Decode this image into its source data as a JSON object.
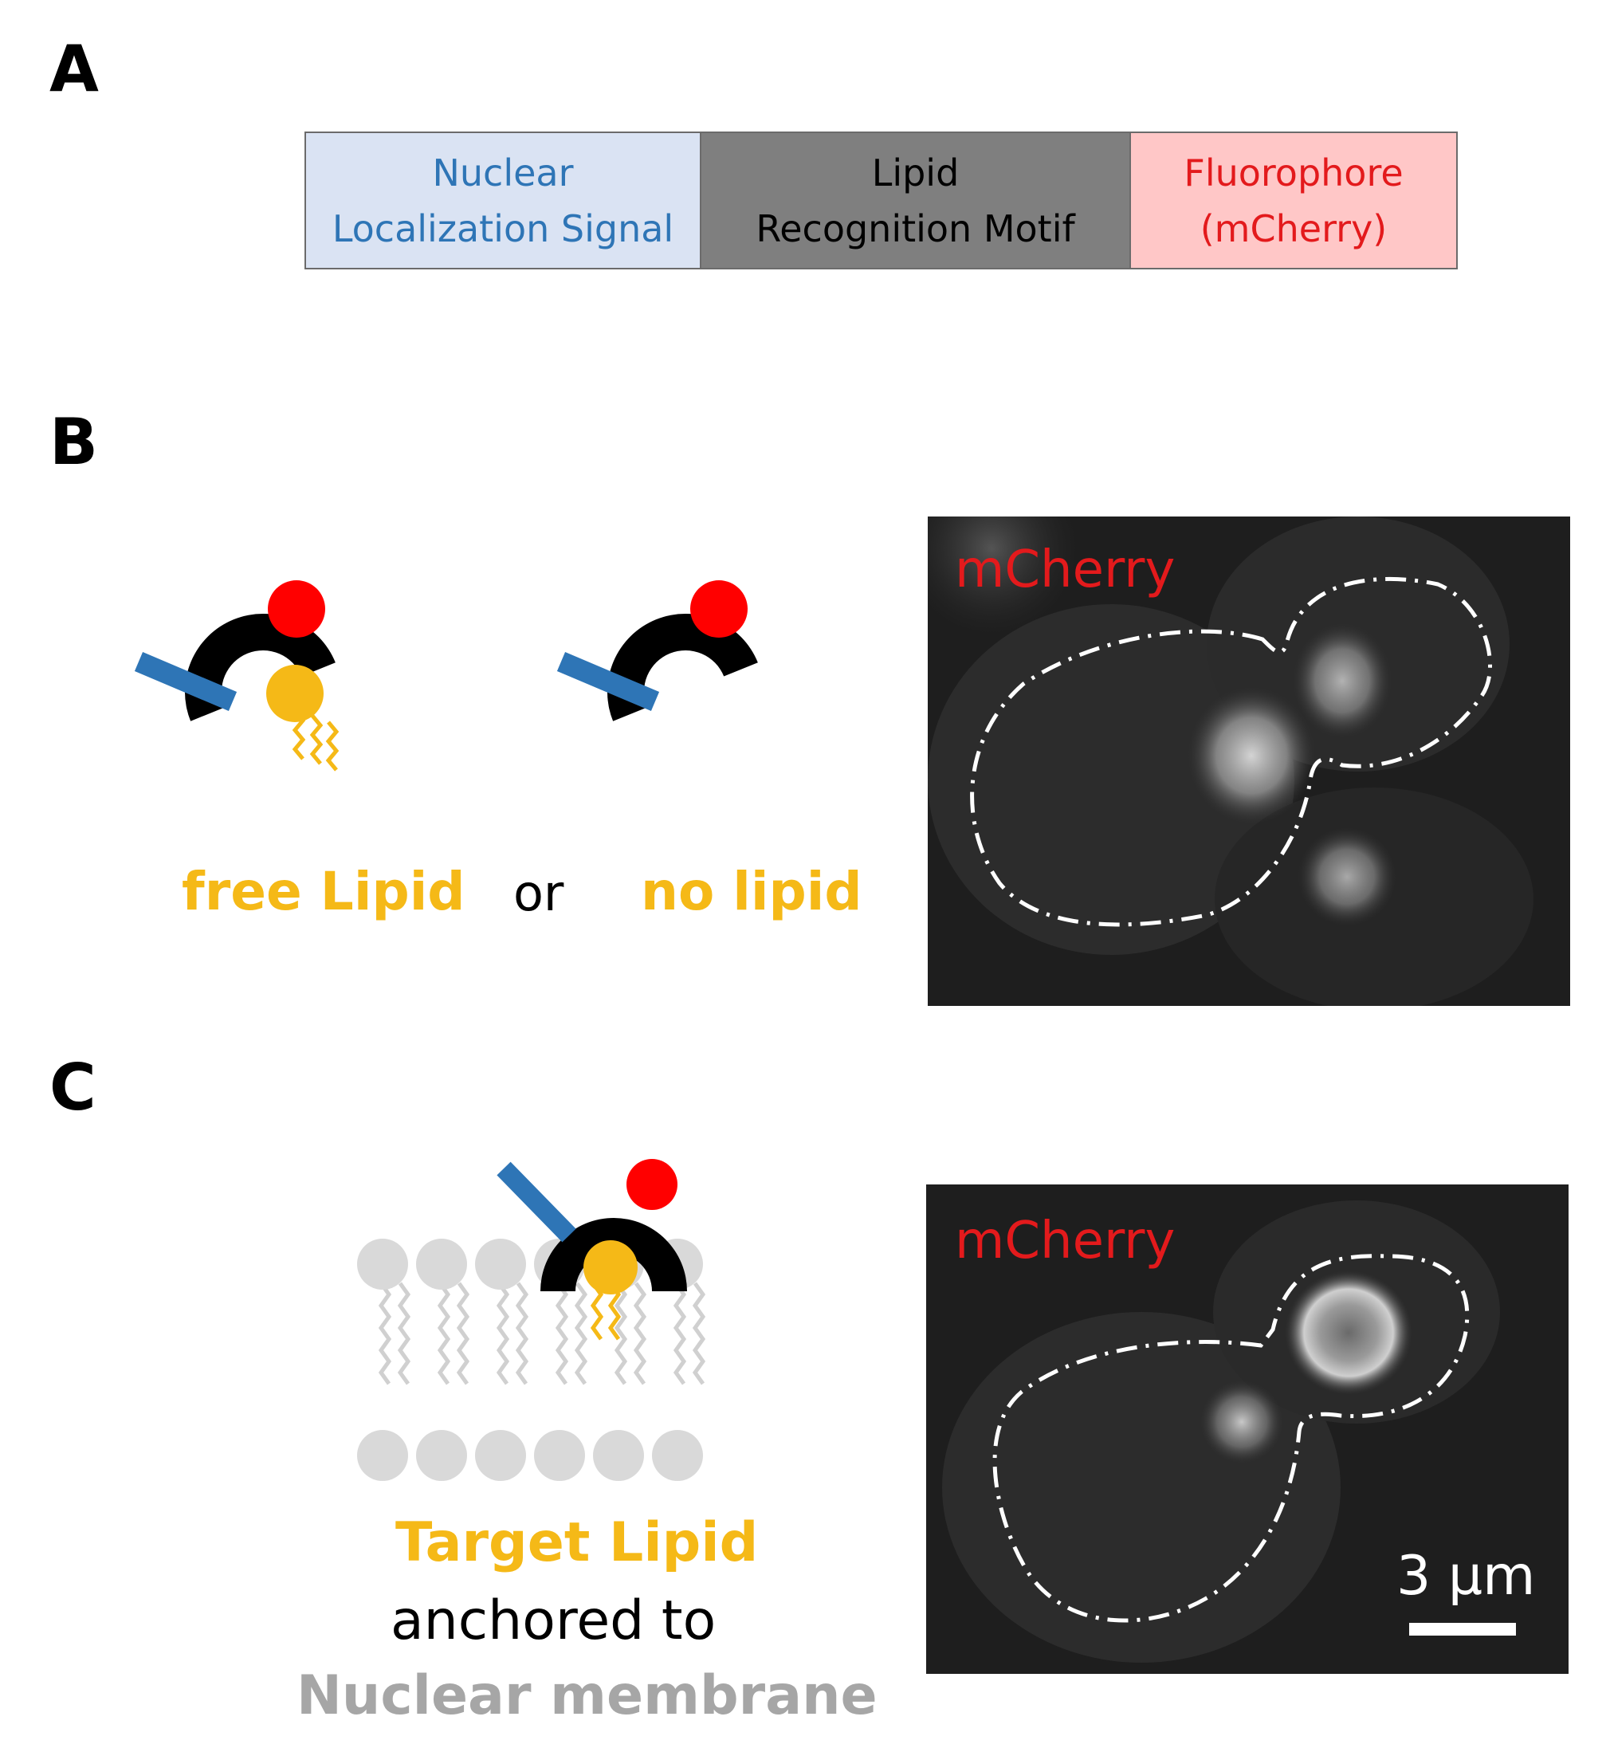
{
  "panels": {
    "a": {
      "letter": "A",
      "construct": {
        "nls": {
          "line1": "Nuclear",
          "line2": "Localization Signal",
          "color": "#2e75b6",
          "fill": "#dae3f3"
        },
        "lrm": {
          "line1": "Lipid",
          "line2": "Recognition Motif",
          "color": "#000000",
          "fill": "#7f7f7f"
        },
        "fluor": {
          "line1": "Fluorophore",
          "line2": "(mCherry)",
          "color": "#e31a1c",
          "fill": "#ffc7c7"
        }
      }
    },
    "b": {
      "letter": "B",
      "caption_free": "free Lipid",
      "caption_or": "or",
      "caption_none": "no lipid",
      "image_label": "mCherry"
    },
    "c": {
      "letter": "C",
      "caption_line1": "Target Lipid",
      "caption_line2": "anchored to",
      "caption_line3": "Nuclear membrane",
      "image_label": "mCherry",
      "scale_bar_label": "3 µm"
    }
  },
  "colors": {
    "lipid": "#f5b917",
    "nls_bar": "#2e75b6",
    "fluorophore": "#ff0000",
    "membrane": "#d9d9d9"
  }
}
